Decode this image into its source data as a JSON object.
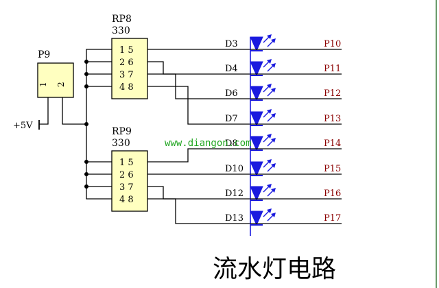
{
  "diagram": {
    "title": "流水灯电路",
    "watermark": "www.diangon.com",
    "connector": {
      "ref": "P9",
      "pins": [
        "1",
        "2"
      ],
      "power_label": "+5V"
    },
    "resistor_packs": [
      {
        "ref": "RP8",
        "value": "330",
        "pin_rows": [
          "1 5",
          "2 6",
          "3 7",
          "4 8"
        ]
      },
      {
        "ref": "RP9",
        "value": "330",
        "pin_rows": [
          "1 5",
          "2 6",
          "3 7",
          "4 8"
        ]
      }
    ],
    "channels": [
      {
        "led": "D3",
        "net": "P10"
      },
      {
        "led": "D4",
        "net": "P11"
      },
      {
        "led": "D6",
        "net": "P12"
      },
      {
        "led": "D7",
        "net": "P13"
      },
      {
        "led": "D8",
        "net": "P14"
      },
      {
        "led": "D10",
        "net": "P15"
      },
      {
        "led": "D12",
        "net": "P16"
      },
      {
        "led": "D13",
        "net": "P17"
      }
    ],
    "colors": {
      "wire": "#000000",
      "led_fill": "#1a1adf",
      "component_fill": "#ffffc0",
      "net_label": "#8b0000",
      "watermark": "#1fa51f",
      "title": "#000000"
    }
  }
}
